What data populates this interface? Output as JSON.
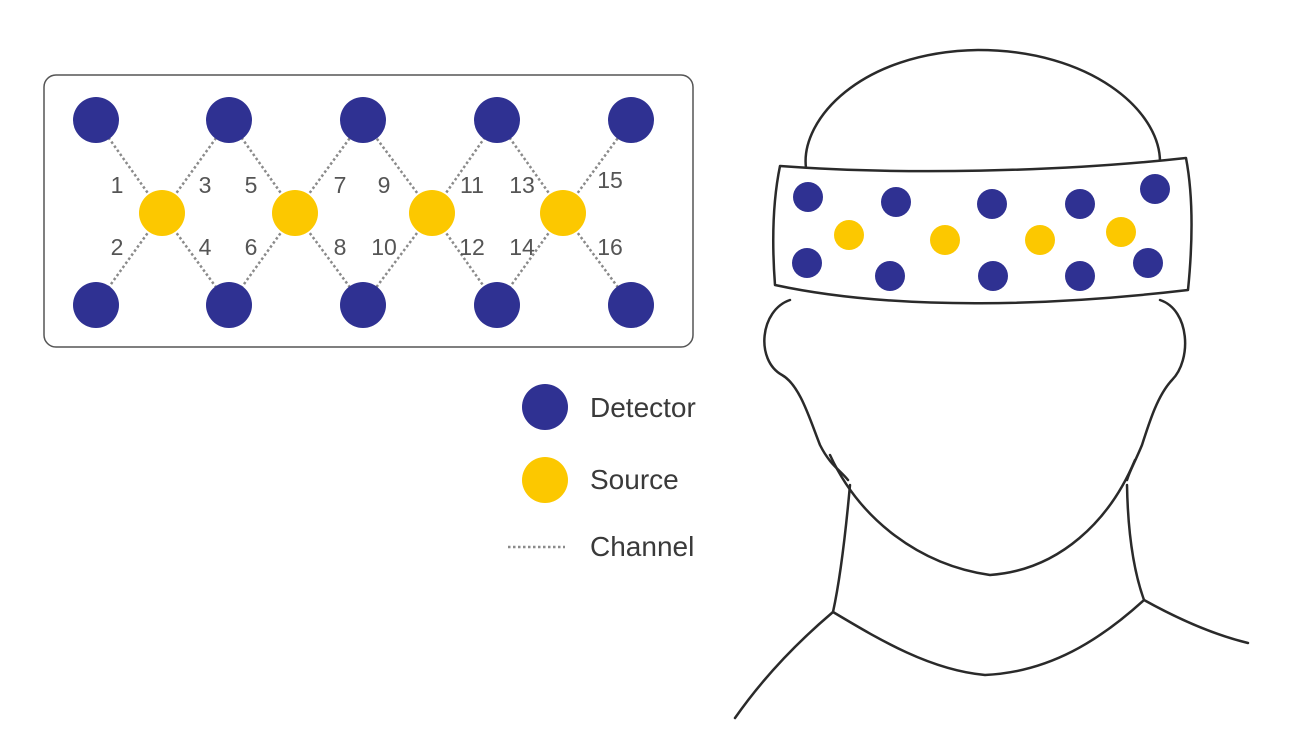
{
  "colors": {
    "detector": "#2f3192",
    "source": "#fcc800",
    "channel": "#8a8a8a",
    "outline": "#2a2a2a",
    "text": "#3a3a3a"
  },
  "layout_map": {
    "channel_labels": [
      "1",
      "2",
      "3",
      "4",
      "5",
      "6",
      "7",
      "8",
      "9",
      "10",
      "11",
      "12",
      "13",
      "14",
      "15",
      "16"
    ]
  },
  "legend": {
    "detector_label": "Detector",
    "source_label": "Source",
    "channel_label": "Channel"
  }
}
